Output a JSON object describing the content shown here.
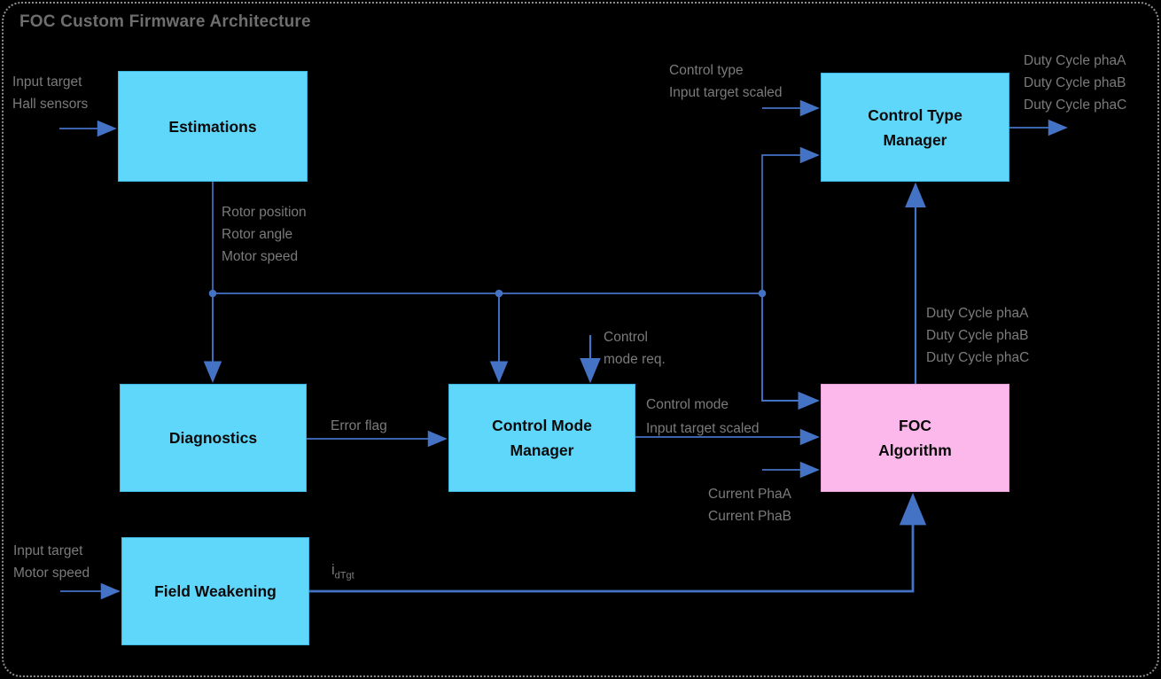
{
  "diagram": {
    "title": "FOC Custom Firmware Architecture"
  },
  "colors": {
    "background": "#000000",
    "box_cyan": "#5FD7FA",
    "box_pink": "#FDB8EB",
    "connector_blue": "#4472C4",
    "label_grey": "#7B7B7B",
    "title_grey": "#6E6E6E"
  },
  "boxes": [
    {
      "id": "estimations",
      "label": "Estimations"
    },
    {
      "id": "control-type-manager",
      "label": "Control Type\nManager"
    },
    {
      "id": "diagnostics",
      "label": "Diagnostics"
    },
    {
      "id": "control-mode-manager",
      "label": "Control Mode\nManager"
    },
    {
      "id": "foc-algorithm",
      "label": "FOC\nAlgorithm"
    },
    {
      "id": "field-weakening",
      "label": "Field Weakening"
    }
  ],
  "labels": {
    "estimations_inputs": "Input target\nHall sensors",
    "estimations_outputs": "Rotor position\nRotor angle\nMotor speed",
    "ctm_inputs": "Control type\nInput target scaled",
    "ctm_outputs": "Duty Cycle phaA\nDuty Cycle phaB\nDuty Cycle phaC",
    "foc_outputs": "Duty Cycle phaA\nDuty Cycle phaB\nDuty Cycle phaC",
    "control_mode_request": "Control\nmode req.",
    "error_flag": "Error flag",
    "cmm_outputs": "Control mode\nInput target scaled",
    "current_inputs": "Current PhaA\nCurrent PhaB",
    "fw_inputs": "Input target\nMotor speed",
    "idtgt_base": "i",
    "idtgt_sub": "dTgt"
  }
}
